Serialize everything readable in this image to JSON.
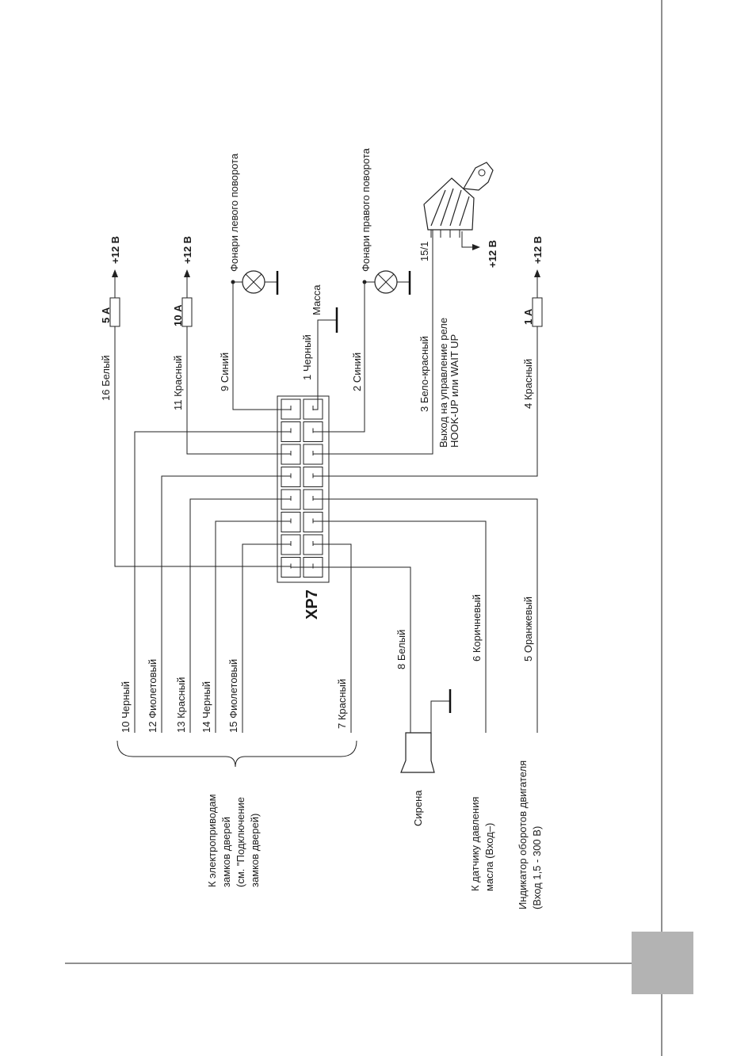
{
  "colors": {
    "ink": "#222222",
    "grey_tab": "#b3b3b3",
    "paper": "#ffffff"
  },
  "connector": {
    "name": "XP7"
  },
  "pins": {
    "p16": "16 Белый",
    "p11": "11 Красный",
    "p9": "9 Синий",
    "p1": "1 Черный",
    "p2": "2 Синий",
    "p3": "3 Бело-красный",
    "p4": "4 Красный",
    "p10": "10 Черный",
    "p12": "12 Фиолетовый",
    "p13": "13 Красный",
    "p14": "14 Черный",
    "p15": "15 Фиолетовый",
    "p7": "7 Красный",
    "p8": "8 Белый",
    "p6": "6 Коричневый",
    "p5": "5 Оранжевый"
  },
  "fuses": {
    "f1": "5 А",
    "f2": "10 А",
    "f3": "1 А"
  },
  "power": {
    "plus12": "+12 В"
  },
  "labels": {
    "massa": "Масса",
    "left_lamps": "Фонари левого поворота",
    "right_lamps": "Фонари правого поворота",
    "relay_line1": "Выход на управление реле",
    "relay_line2": "HOOK-UP или WAIT UP",
    "ignition_pin": "15/1",
    "siren": "Сирена",
    "doors_line1": "К электроприводам",
    "doors_line2": "замков дверей",
    "doors_line3": "(см. \"Подключение",
    "doors_line4": "замков дверей)",
    "oil_line1": "К датчику давления",
    "oil_line2": "масла (Вход–)",
    "rpm_line1": "Индикатор оборотов двигателя",
    "rpm_line2": "(Вход 1,5 - 300 В)"
  }
}
